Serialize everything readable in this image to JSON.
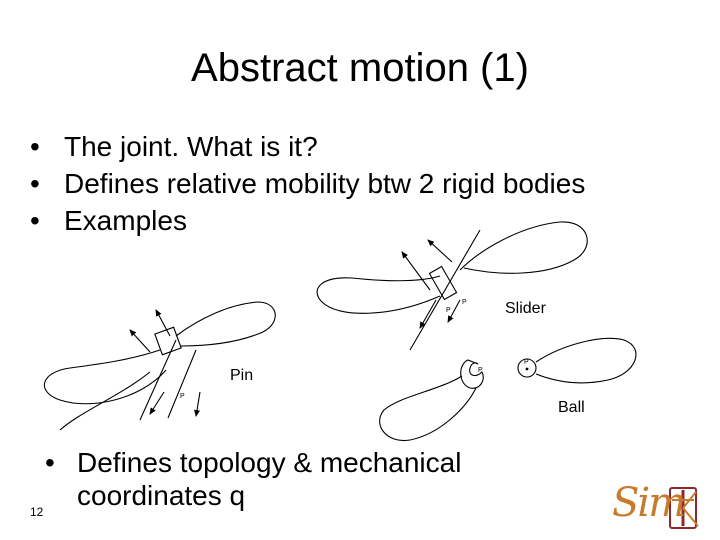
{
  "slide": {
    "title": "Abstract motion (1)",
    "bullets": [
      "The joint. What is it?",
      "Defines relative mobility btw 2 rigid bodies",
      "Examples"
    ],
    "bullets_bottom": [
      "Defines topology & mechanical coordinates q"
    ],
    "page_number": "12"
  },
  "figure": {
    "labels": {
      "slider": "Slider",
      "pin": "Pin",
      "ball": "Ball"
    },
    "point_label": "P"
  },
  "logo": {
    "text": "Sim",
    "colors": {
      "primary": "#c87a2a",
      "accent": "#8b2a2a"
    }
  }
}
